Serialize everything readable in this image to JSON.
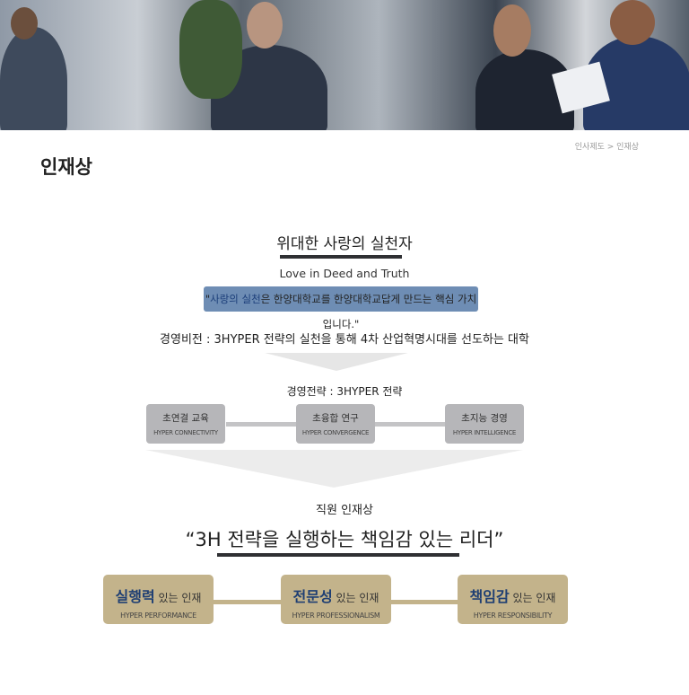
{
  "breadcrumb": "인사제도 > 인재상",
  "page_title": "인재상",
  "core_value": {
    "title": "위대한 사랑의 실천자",
    "subtitle": "Love in Deed and Truth",
    "quote_open": "\"",
    "quote_highlight": "사랑의 실천",
    "quote_rest": "은 한양대학교를 한양대학교답게 만드는 핵심 가치입니다.\""
  },
  "vision": "경영비전 : 3HYPER 전략의 실천을 통해 4차 산업혁명시대를 선도하는 대학",
  "strategy": {
    "title": "경영전략 : 3HYPER 전략",
    "items": [
      {
        "ko": "초연결 교육",
        "en": "HYPER CONNECTIVITY"
      },
      {
        "ko": "초융합 연구",
        "en": "HYPER CONVERGENCE"
      },
      {
        "ko": "초지능 경영",
        "en": "HYPER INTELLIGENCE"
      }
    ]
  },
  "talent": {
    "label": "직원 인재상",
    "slogan": "“3H 전략을 실행하는 책임감 있는 리더”",
    "items": [
      {
        "key": "실행력",
        "rest": " 있는 인재",
        "en": "HYPER PERFORMANCE"
      },
      {
        "key": "전문성",
        "rest": " 있는 인재",
        "en": "HYPER PROFESSIONALISM"
      },
      {
        "key": "책임감",
        "rest": " 있는 인재",
        "en": "HYPER RESPONSIBILITY"
      }
    ]
  }
}
